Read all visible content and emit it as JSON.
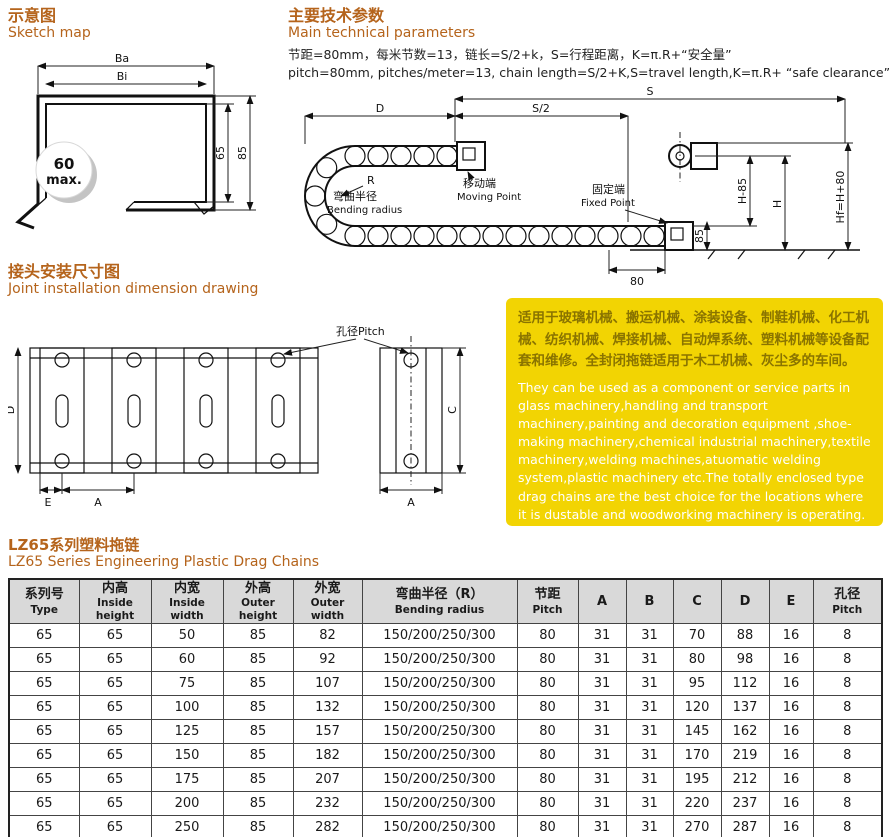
{
  "sketch": {
    "title_zh": "示意图",
    "title_en": "Sketch map",
    "dim_ba": "Ba",
    "dim_bi": "Bi",
    "dim_65": "65",
    "dim_85": "85",
    "max_top": "60",
    "max_bottom": "max."
  },
  "params": {
    "title_zh": "主要技术参数",
    "title_en": "Main technical parameters",
    "line_zh": "节距=80mm，每米节数=13，链长=S/2+k，S=行程距离，K=π.R+“安全量”",
    "line_en": "pitch=80mm, pitches/meter=13, chain length=S/2+K,S=travel length,K=π.R+ “safe clearance”"
  },
  "chain": {
    "dim_s": "S",
    "dim_s2": "S/2",
    "dim_d": "D",
    "r": "R",
    "bend_zh": "弯曲半径",
    "bend_en": "Bending radius",
    "moving_zh": "移动端",
    "moving_en": "Moving Point",
    "fixed_zh": "固定端",
    "fixed_en": "Fixed Point",
    "dim_h85": "H-85",
    "dim_h": "H",
    "dim_hf": "Hf=H+80",
    "dim_85": "85",
    "dim_80": "80"
  },
  "joint": {
    "title_zh": "接头安装尺寸图",
    "title_en": "Joint installation dimension drawing",
    "pitch_label": "孔径Pitch",
    "dim_d": "D",
    "dim_c": "C",
    "dim_e": "E",
    "dim_a_left": "A",
    "dim_a_right": "A"
  },
  "notice": {
    "zh": "适用于玻璃机械、搬运机械、涂装设备、制鞋机械、化工机械、纺织机械、焊接机械、自动焊系统、塑料机械等设备配套和维修。全封闭拖链适用于木工机械、灰尘多的车间。",
    "en": "They can be used as a component or service parts in glass machinery,handling and transport machinery,painting and decoration equipment ,shoe-making machinery,chemical industrial machinery,textile machinery,welding machines,atuomatic welding system,plastic machinery etc.The totally enclosed type drag chains are the best choice for the locations where it is dustable and woodworking machinery is operating."
  },
  "series": {
    "title_zh": "LZ65系列塑料拖链",
    "title_en": "LZ65 Series Engineering Plastic Drag Chains"
  },
  "table": {
    "headers": [
      {
        "zh": "系列号",
        "en": "Type"
      },
      {
        "zh": "内高",
        "en": "Inside height"
      },
      {
        "zh": "内宽",
        "en": "Inside width"
      },
      {
        "zh": "外高",
        "en": "Outer height"
      },
      {
        "zh": "外宽",
        "en": "Outer width"
      },
      {
        "zh": "弯曲半径（R）",
        "en": "Bending radius"
      },
      {
        "zh": "节距",
        "en": "Pitch"
      },
      {
        "zh": "A",
        "en": ""
      },
      {
        "zh": "B",
        "en": ""
      },
      {
        "zh": "C",
        "en": ""
      },
      {
        "zh": "D",
        "en": ""
      },
      {
        "zh": "E",
        "en": ""
      },
      {
        "zh": "孔径",
        "en": "Pitch"
      }
    ],
    "rows": [
      [
        "65",
        "65",
        "50",
        "85",
        "82",
        "150/200/250/300",
        "80",
        "31",
        "31",
        "70",
        "88",
        "16",
        "8"
      ],
      [
        "65",
        "65",
        "60",
        "85",
        "92",
        "150/200/250/300",
        "80",
        "31",
        "31",
        "80",
        "98",
        "16",
        "8"
      ],
      [
        "65",
        "65",
        "75",
        "85",
        "107",
        "150/200/250/300",
        "80",
        "31",
        "31",
        "95",
        "112",
        "16",
        "8"
      ],
      [
        "65",
        "65",
        "100",
        "85",
        "132",
        "150/200/250/300",
        "80",
        "31",
        "31",
        "120",
        "137",
        "16",
        "8"
      ],
      [
        "65",
        "65",
        "125",
        "85",
        "157",
        "150/200/250/300",
        "80",
        "31",
        "31",
        "145",
        "162",
        "16",
        "8"
      ],
      [
        "65",
        "65",
        "150",
        "85",
        "182",
        "150/200/250/300",
        "80",
        "31",
        "31",
        "170",
        "219",
        "16",
        "8"
      ],
      [
        "65",
        "65",
        "175",
        "85",
        "207",
        "150/200/250/300",
        "80",
        "31",
        "31",
        "195",
        "212",
        "16",
        "8"
      ],
      [
        "65",
        "65",
        "200",
        "85",
        "232",
        "150/200/250/300",
        "80",
        "31",
        "31",
        "220",
        "237",
        "16",
        "8"
      ],
      [
        "65",
        "65",
        "250",
        "85",
        "282",
        "150/200/250/300",
        "80",
        "31",
        "31",
        "270",
        "287",
        "16",
        "8"
      ]
    ]
  }
}
